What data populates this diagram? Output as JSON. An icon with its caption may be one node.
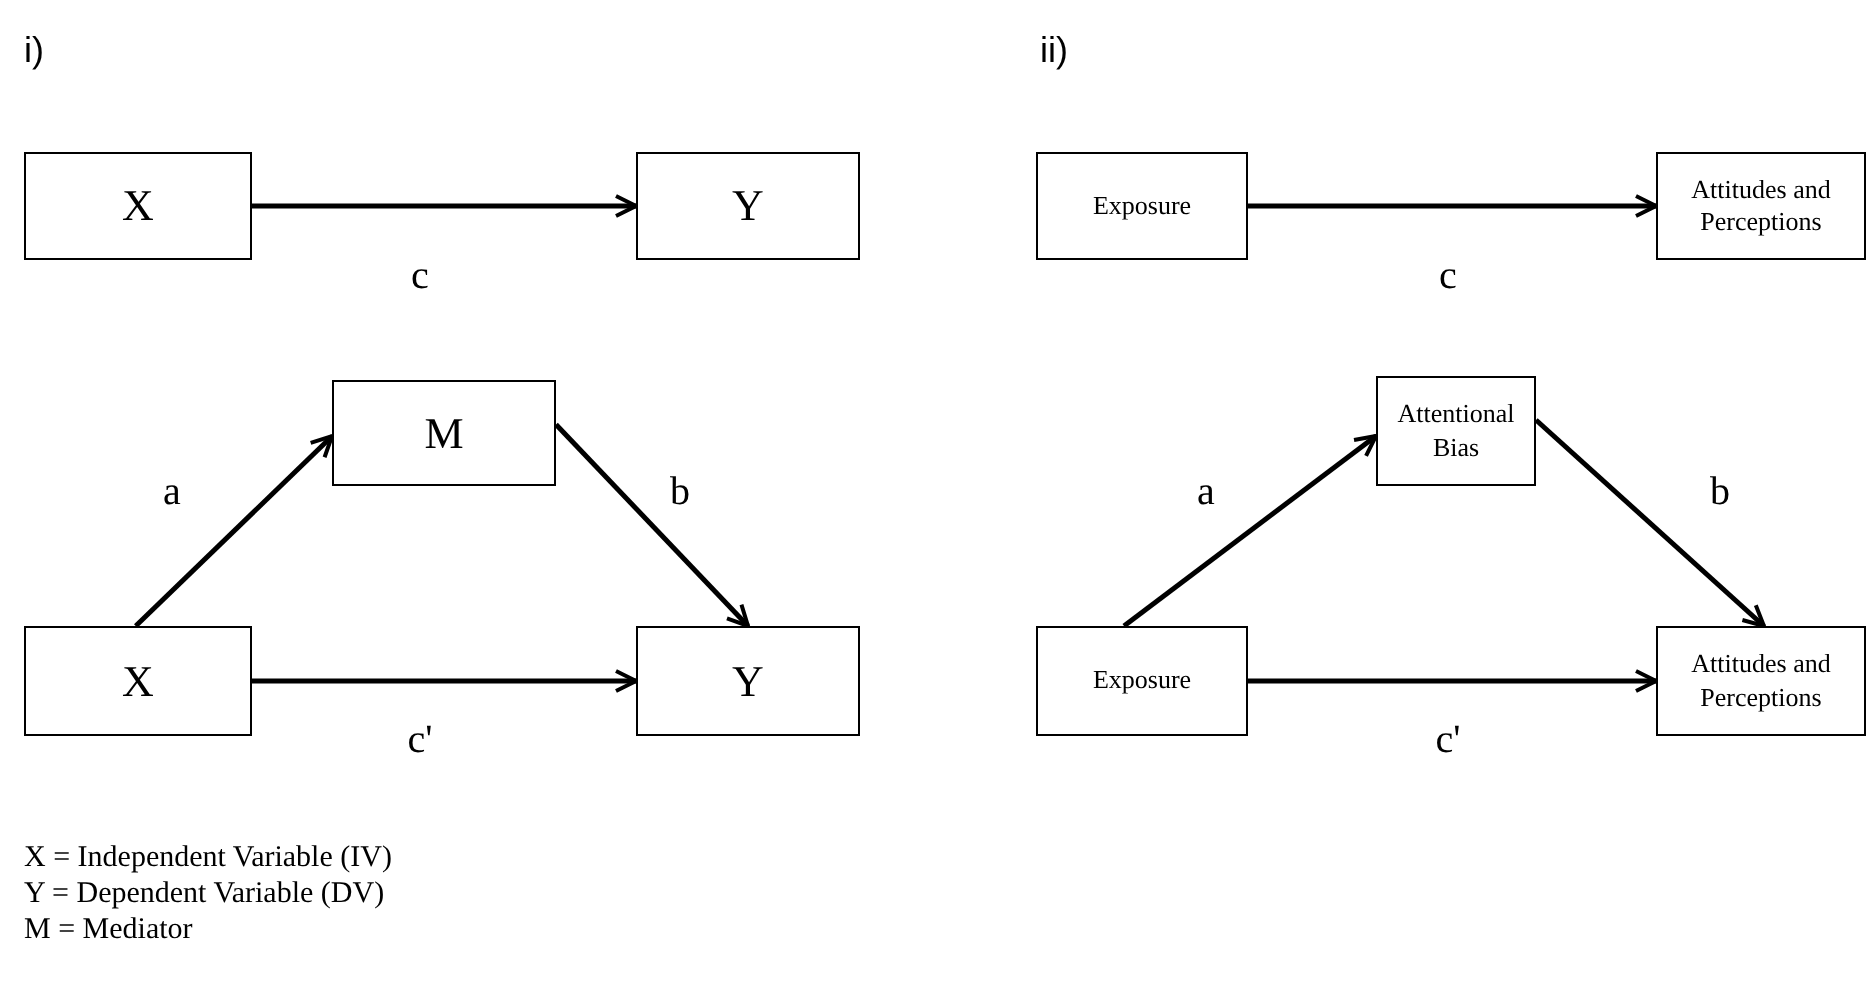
{
  "diagram": {
    "nodes": [
      {
        "text": [
          "X"
        ]
      },
      {
        "text": [
          "Y"
        ]
      },
      {
        "text": [
          "M"
        ]
      },
      {
        "text": [
          "X"
        ]
      },
      {
        "text": [
          "Y"
        ]
      },
      {
        "text": [
          "Exposure"
        ]
      },
      {
        "text": [
          "Attitudes and Perceptions"
        ]
      },
      {
        "text": [
          "Attentional Bias"
        ]
      },
      {
        "text": [
          "Exposure"
        ]
      },
      {
        "text": [
          "Attitudes and Perceptions"
        ]
      }
    ],
    "edges": [
      {
        "from": 0,
        "to": 1,
        "arrow": "to",
        "label": "c"
      },
      {
        "from": 3,
        "to": 2,
        "arrow": "to",
        "label": "a"
      },
      {
        "from": 2,
        "to": 4,
        "arrow": "to",
        "label": "b"
      },
      {
        "from": 3,
        "to": 4,
        "arrow": "to",
        "label": "c'"
      },
      {
        "from": 5,
        "to": 6,
        "arrow": "to",
        "label": "c"
      },
      {
        "from": 8,
        "to": 7,
        "arrow": "to",
        "label": "a"
      },
      {
        "from": 7,
        "to": 9,
        "arrow": "to",
        "label": "b"
      },
      {
        "from": 8,
        "to": 9,
        "arrow": "to",
        "label": "c'"
      }
    ],
    "labels": [
      "i)",
      "ii)",
      "X = Independent Variable (IV)",
      "Y = Dependent Variable (DV)",
      "M = Mediator"
    ]
  }
}
